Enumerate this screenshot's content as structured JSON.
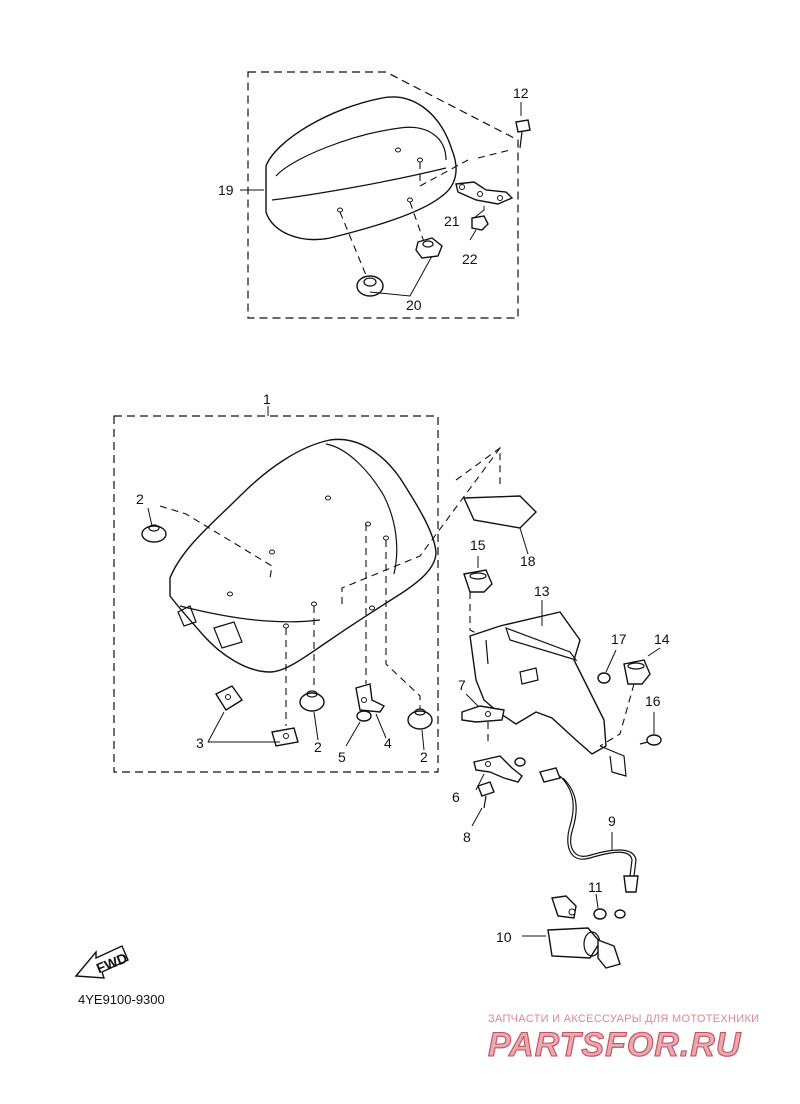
{
  "diagram": {
    "callouts": {
      "c1": "1",
      "c2a": "2",
      "c2b": "2",
      "c2c": "2",
      "c3": "3",
      "c4": "4",
      "c5": "5",
      "c6": "6",
      "c7": "7",
      "c8": "8",
      "c9": "9",
      "c10": "10",
      "c11": "11",
      "c12": "12",
      "c13": "13",
      "c14": "14",
      "c15": "15",
      "c16": "16",
      "c17": "17",
      "c18": "18",
      "c19": "19",
      "c20": "20",
      "c21": "21",
      "c22": "22"
    },
    "fwd_label": "FWD",
    "part_code": "4YE9100-9300"
  },
  "watermark": {
    "tagline": "ЗАПЧАСТИ И АКСЕССУАРЫ ДЛЯ МОТОТЕХНИКИ",
    "logo": "PARTSFOR.RU"
  }
}
